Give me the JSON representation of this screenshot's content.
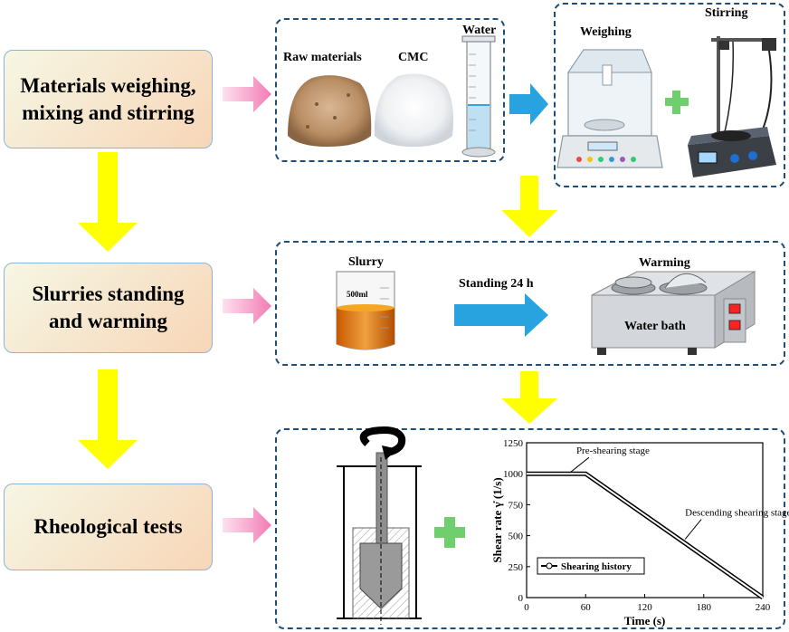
{
  "stages": [
    {
      "line1": "Materials weighing,",
      "line2": "mixing and stirring"
    },
    {
      "line1": "Slurries standing",
      "line2": "and warming"
    },
    {
      "line1": "Rheological tests",
      "line2": ""
    }
  ],
  "panel1": {
    "raw_materials": "Raw materials",
    "cmc": "CMC",
    "water": "Water"
  },
  "panel2": {
    "weighing": "Weighing",
    "stirring": "Stirring"
  },
  "panel3": {
    "slurry": "Slurry",
    "beaker_mark": "500ml",
    "standing": "Standing 24 h",
    "warming": "Warming",
    "water_bath": "Water bath"
  },
  "colors": {
    "yellow_arrow": "#ffff00",
    "pink_arrow": "#f59ac2",
    "blue_arrow": "#29a3e0",
    "panel_border": "#1f4e79",
    "green_plus": "#6fcf6f"
  },
  "chart_data": {
    "type": "line",
    "title": "",
    "xlabel": "Time (s)",
    "ylabel": "Shear rate γ̇ (1/s)",
    "xlim": [
      0,
      240
    ],
    "ylim": [
      0,
      1250
    ],
    "xticks": [
      0,
      60,
      120,
      180,
      240
    ],
    "yticks": [
      0,
      250,
      500,
      750,
      1000,
      1250
    ],
    "series": [
      {
        "name": "Shearing history",
        "x": [
          0,
          60,
          240
        ],
        "y": [
          1000,
          1000,
          0
        ]
      }
    ],
    "annotations": [
      {
        "text": "Pre-shearing stage",
        "x": 45,
        "y": 1000
      },
      {
        "text": "Descending shearing stage",
        "x": 150,
        "y": 500
      }
    ],
    "legend": "bottom-left"
  }
}
